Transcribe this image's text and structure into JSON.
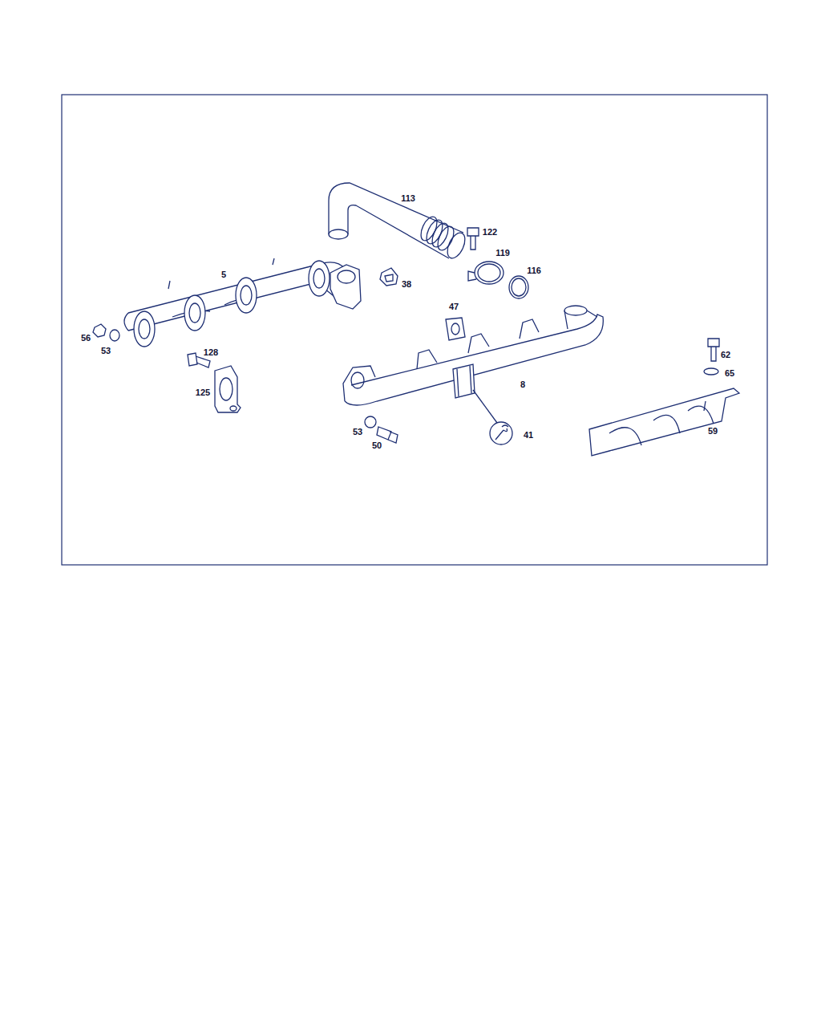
{
  "diagram": {
    "labels": [
      "113",
      "122",
      "119",
      "116",
      "5",
      "38",
      "47",
      "56",
      "53",
      "128",
      "125",
      "8",
      "62",
      "65",
      "53",
      "50",
      "41",
      "59"
    ]
  }
}
